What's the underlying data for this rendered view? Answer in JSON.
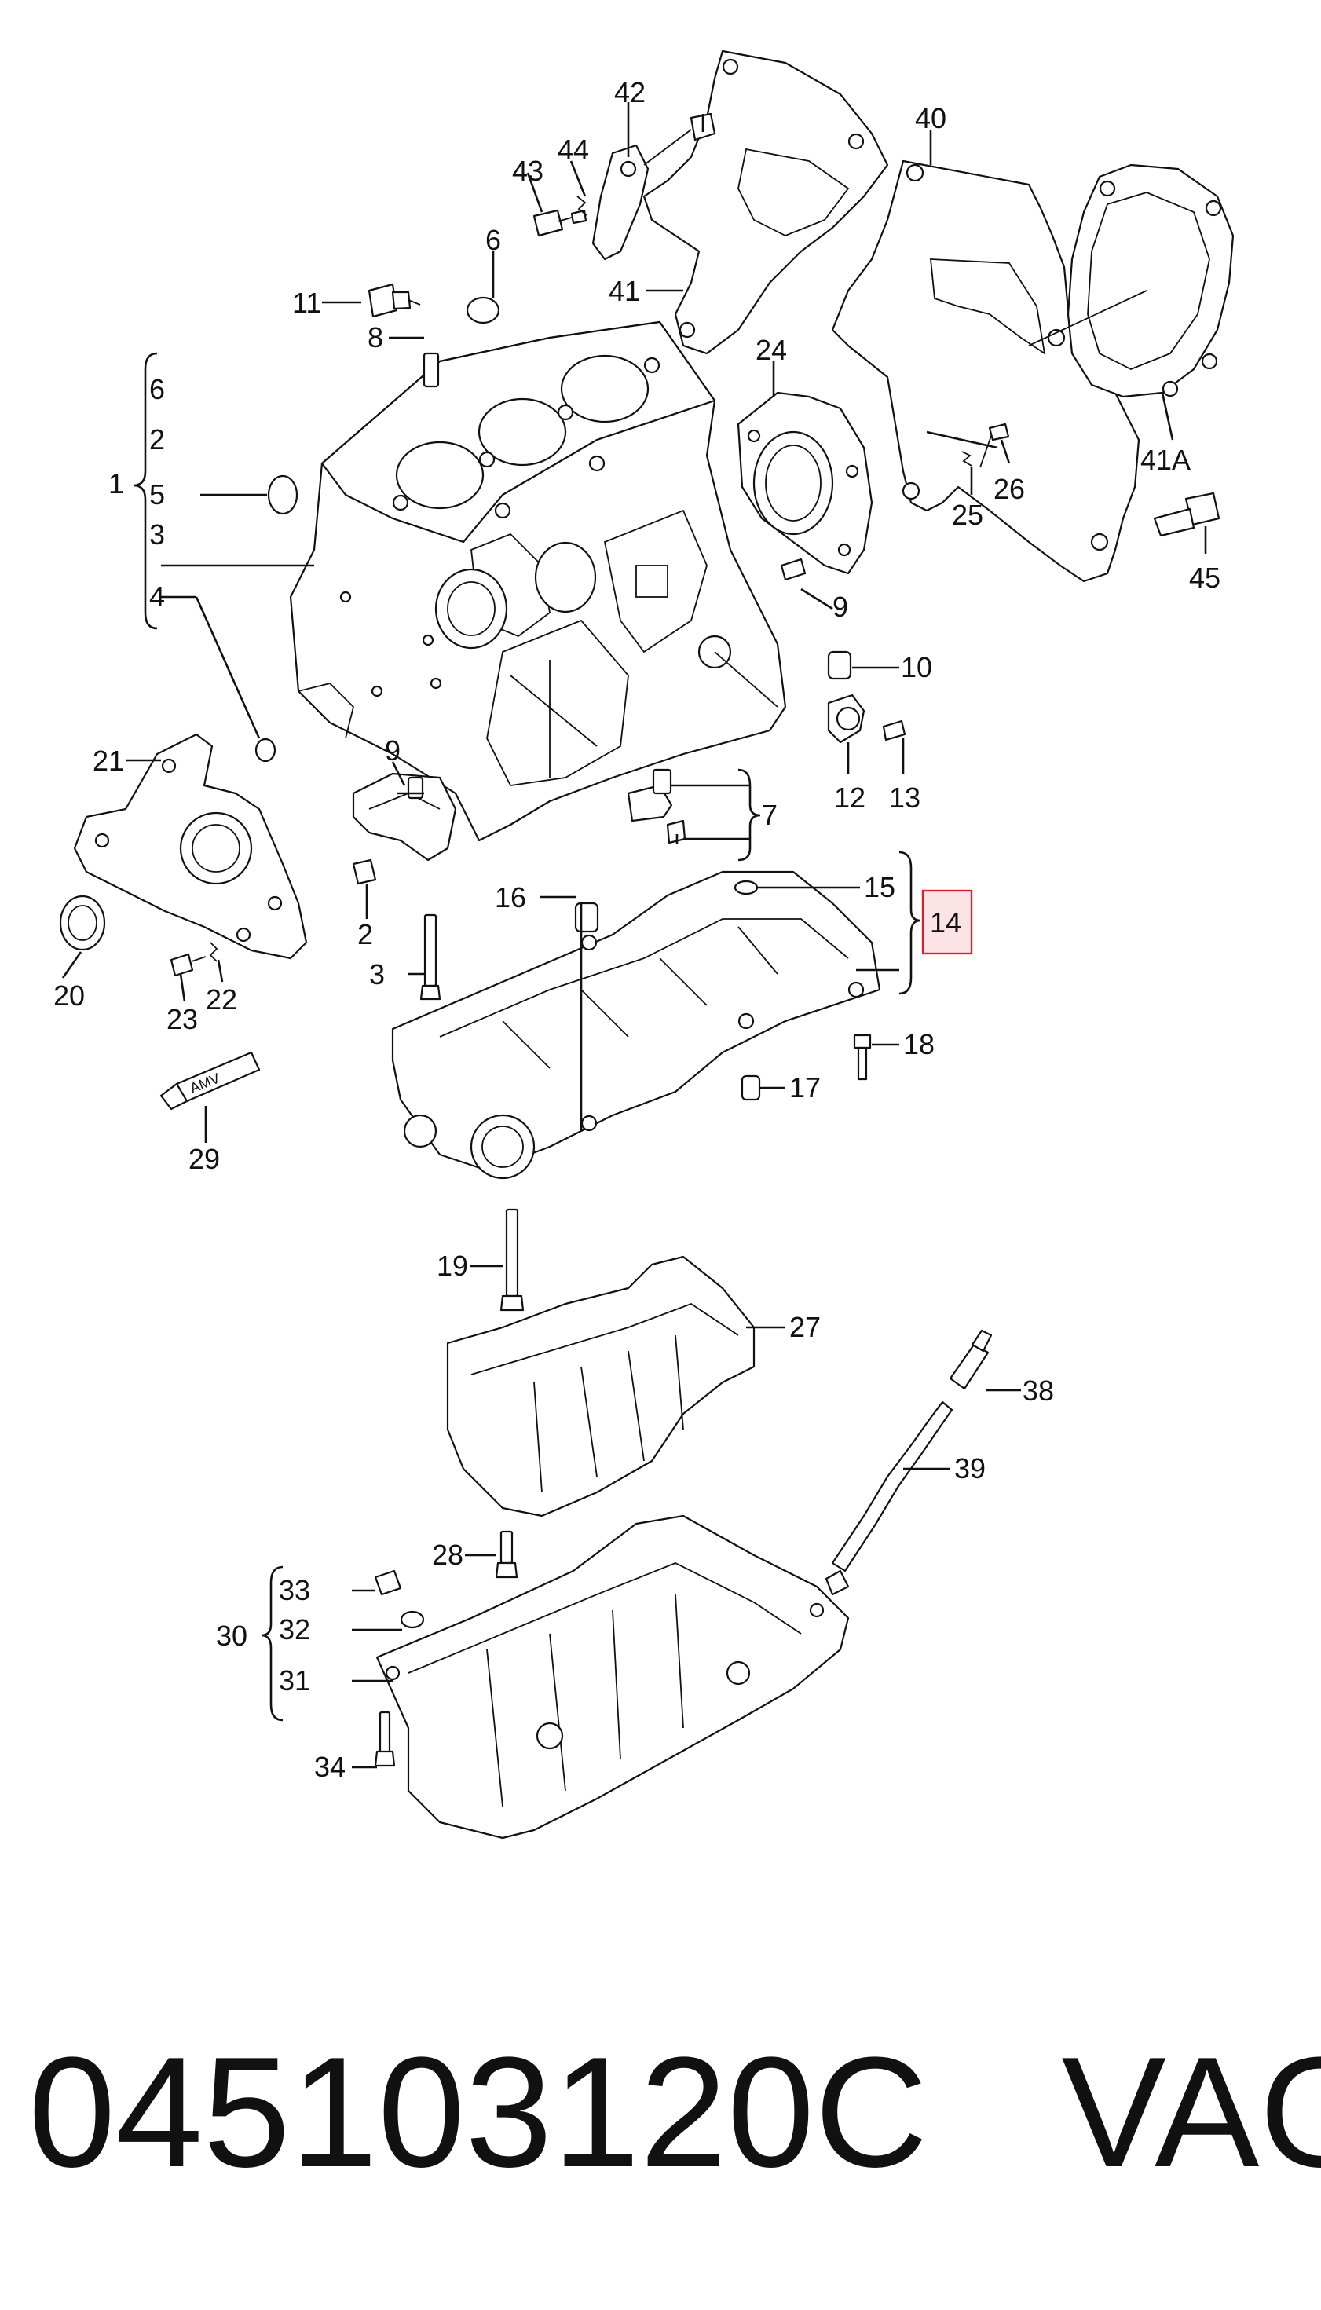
{
  "diagram": {
    "callouts": [
      "1",
      "2",
      "3",
      "4",
      "5",
      "6",
      "7",
      "8",
      "9",
      "10",
      "11",
      "12",
      "13",
      "14",
      "15",
      "16",
      "17",
      "18",
      "19",
      "20",
      "21",
      "22",
      "23",
      "24",
      "25",
      "26",
      "27",
      "28",
      "29",
      "30",
      "31",
      "32",
      "33",
      "34",
      "38",
      "39",
      "40",
      "41",
      "41A",
      "42",
      "43",
      "44",
      "45"
    ],
    "group_1_labels": [
      "6",
      "2",
      "5",
      "3",
      "4"
    ],
    "group_30_labels": [
      "33",
      "32",
      "31"
    ],
    "group_7_label": "7",
    "group_14_labels": [
      "15",
      "14"
    ],
    "highlighted_callout": "14",
    "highlight_color": "#d9212f",
    "sealant_tube_text": "AMV"
  },
  "caption": {
    "part_number": "045103120C",
    "brand": "VAG"
  }
}
